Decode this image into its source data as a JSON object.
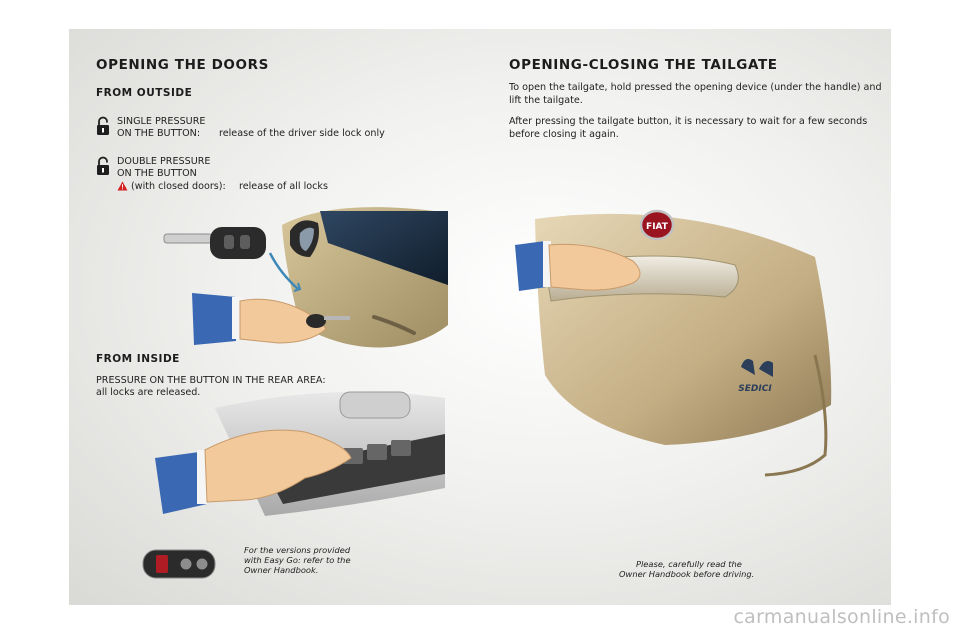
{
  "left": {
    "title": "OPENING THE DOORS",
    "outside_heading": "FROM OUTSIDE",
    "single_line1": "SINGLE PRESSURE",
    "single_line2": "ON THE BUTTON:",
    "single_result": "release of the driver side lock only",
    "double_line1": "DOUBLE PRESSURE",
    "double_line2": "ON THE BUTTON",
    "double_cond": "(with closed doors):",
    "double_result": "release of all locks",
    "inside_heading": "FROM INSIDE",
    "inside_line1": "PRESSURE ON THE BUTTON IN THE REAR AREA:",
    "inside_line2": "all locks are released.",
    "easygo_line1": "For the versions provided",
    "easygo_line2": "with Easy Go: refer to the",
    "easygo_line3": "Owner Handbook."
  },
  "right": {
    "title": "OPENING-CLOSING THE TAILGATE",
    "para1_line1": "To open the tailgate, hold pressed the opening device (under the handle) and",
    "para1_line2": "lift the tailgate.",
    "para2_line1": "After pressing the tailgate button, it is necessary to wait for a few seconds",
    "para2_line2": "before closing it again.",
    "badge_brand": "FIAT",
    "badge_model": "SEDICI",
    "note_line1": "Please, carefully read the",
    "note_line2": "Owner Handbook before driving."
  },
  "watermark": "carmanualsonline.info",
  "colors": {
    "panel_bg": "#ececea",
    "warning_red": "#d32020",
    "car_body": "#c9b48a",
    "sleeve_blue": "#3a68b3",
    "fiat_red": "#9a1420"
  },
  "icons": [
    "padlock-open-icon",
    "warning-triangle-icon"
  ]
}
